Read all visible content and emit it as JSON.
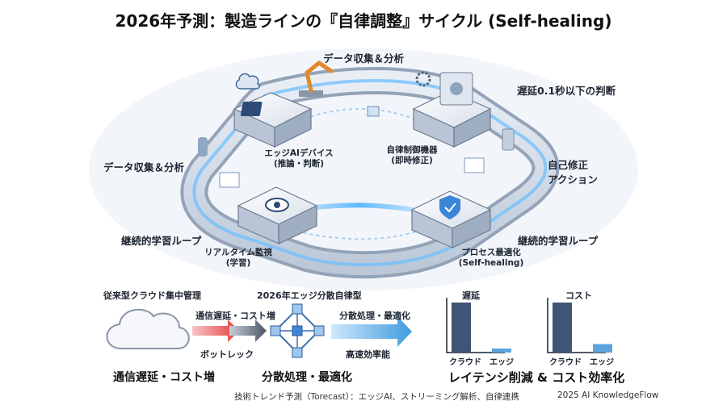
{
  "title": "2026年予測：製造ラインの『自律調整』サイクル (Self-healing)",
  "cycle": {
    "top_label": "データ収集＆分析",
    "left_label": "データ収集＆分析",
    "right_top_label": "遅延0.1秒以下の判断",
    "right_mid_label": "自己修正\nアクション",
    "left_bottom_label": "継続的学習ループ",
    "right_bottom_label": "継続的学習ループ",
    "nodes": {
      "edge_ai": {
        "title": "エッジAIデバイス",
        "sub": "(推論・判断)"
      },
      "controller": {
        "title": "自律制御機器",
        "sub": "(即時修正)"
      },
      "monitor": {
        "title": "リアルタイム監視",
        "sub": "(学習)"
      },
      "process": {
        "title": "プロセス最適化",
        "sub": "(Self-healing)"
      }
    }
  },
  "comparison": {
    "legacy_title": "従来型クラウド集中管理",
    "legacy_arrow_label": "通信遅延・コスト増",
    "bottleneck_label": "ボットレック",
    "legacy_caption": "通信遅延・コスト増",
    "edge_title": "2026年エッジ分散自律型",
    "edge_arrow_top": "分散処理・最適化",
    "edge_arrow_bottom": "高速効率能",
    "edge_caption": "分散処理・最適化",
    "benefit_caption": "レイテンシ削減 & コスト効率化"
  },
  "chart_data": [
    {
      "type": "bar",
      "title": "遅延",
      "categories": [
        "クラウド",
        "エッジ"
      ],
      "values": [
        100,
        8
      ],
      "colors": [
        "#3e5577",
        "#5ba3dd"
      ]
    },
    {
      "type": "bar",
      "title": "コスト",
      "categories": [
        "クラウド",
        "エッジ"
      ],
      "values": [
        100,
        17
      ],
      "colors": [
        "#3e5577",
        "#5ba3dd"
      ]
    }
  ],
  "footer": {
    "left": "技術トレンド予測（Torecast）：エッジAI、ストリーミング解析、自律連携",
    "right": "2025 AI KnowledgeFlow"
  }
}
